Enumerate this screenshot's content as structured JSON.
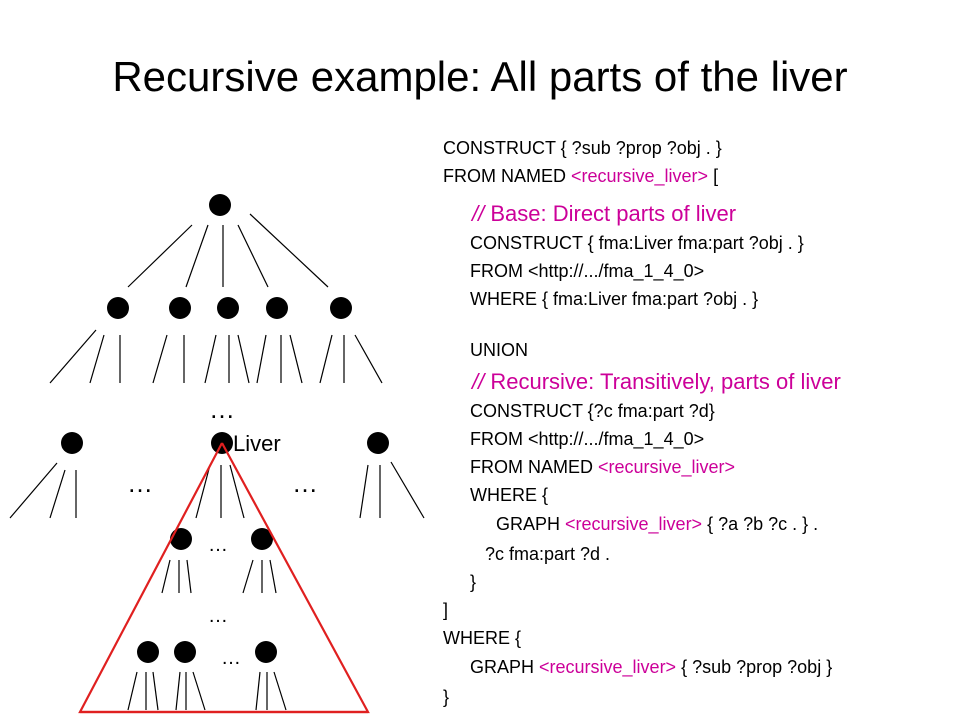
{
  "title": "Recursive example: All parts of the liver",
  "diagram": {
    "liver_label": "Liver",
    "ellipsis": "…"
  },
  "code": {
    "l1": "CONSTRUCT { ?sub ?prop ?obj . }",
    "l2_a": "FROM NAMED ",
    "l2_b": "<recursive_liver>",
    "l2_c": " [",
    "comment_base_slashes": "//",
    "comment_base": " Base: Direct parts of liver",
    "l3": "CONSTRUCT { fma:Liver fma:part ?obj . }",
    "l4": "FROM <http://.../fma_1_4_0>",
    "l5": "WHERE { fma:Liver fma:part ?obj . }",
    "l6": "UNION",
    "comment_rec_slashes": "//",
    "comment_rec": " Recursive: Transitively, parts of liver",
    "l7": "CONSTRUCT {?c fma:part ?d}",
    "l8": "FROM <http://.../fma_1_4_0>",
    "l9_a": "FROM NAMED ",
    "l9_b": "<recursive_liver>",
    "l10": "WHERE {",
    "l11_a": "GRAPH ",
    "l11_b": "<recursive_liver>",
    "l11_c": " { ?a ?b ?c . } .",
    "l12": "?c fma:part ?d .",
    "l13": "}",
    "l14": "]",
    "l15": "WHERE {",
    "l16_a": "GRAPH ",
    "l16_b": "<recursive_liver>",
    "l16_c": " { ?sub ?prop ?obj }",
    "l17": "}"
  },
  "colors": {
    "accent": "#cc0099",
    "triangle": "#e02020",
    "ink": "#000000"
  }
}
